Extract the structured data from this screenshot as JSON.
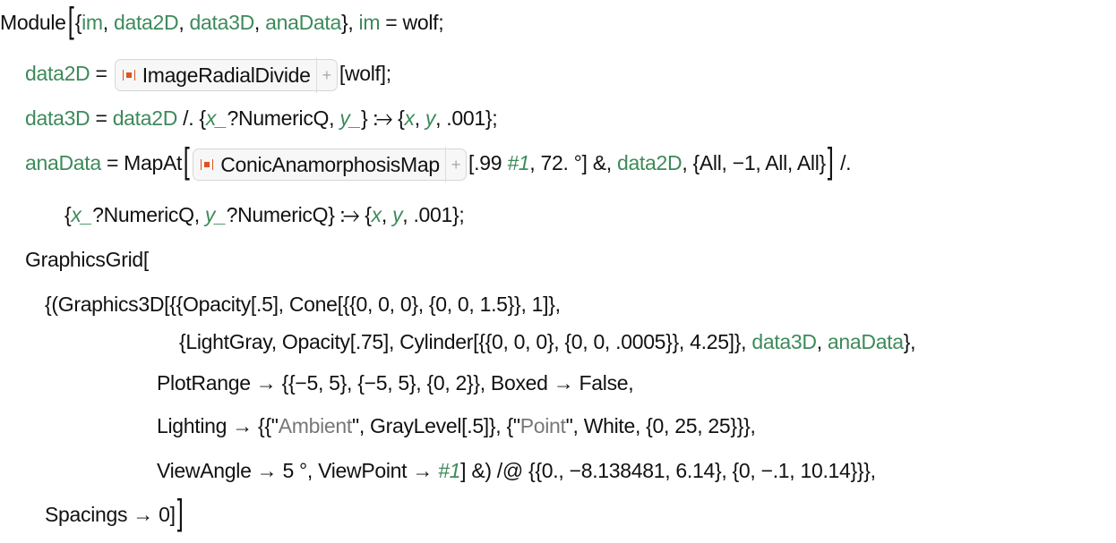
{
  "colors": {
    "variable": "#3d8a5a",
    "string": "#777777",
    "resource_icon": "#e0541e"
  },
  "lines": [
    {
      "tokens": [
        {
          "t": "Module",
          "c": ""
        },
        {
          "t": "[",
          "c": "big"
        },
        {
          "t": "{",
          "c": ""
        },
        {
          "t": "im",
          "c": "g"
        },
        {
          "t": ", ",
          "c": ""
        },
        {
          "t": "data2D",
          "c": "g"
        },
        {
          "t": ", ",
          "c": ""
        },
        {
          "t": "data3D",
          "c": "g"
        },
        {
          "t": ", ",
          "c": ""
        },
        {
          "t": "anaData",
          "c": "g"
        },
        {
          "t": "}, ",
          "c": ""
        },
        {
          "t": "im",
          "c": "g"
        },
        {
          "t": " = wolf;",
          "c": ""
        }
      ]
    },
    {
      "tokens": [
        {
          "t": "data2D",
          "c": "g"
        },
        {
          "t": " = ",
          "c": ""
        },
        {
          "t": "ImageRadialDivide",
          "c": "rf"
        },
        {
          "t": "[wolf];",
          "c": ""
        }
      ]
    },
    {
      "tokens": [
        {
          "t": "data3D",
          "c": "g"
        },
        {
          "t": " = ",
          "c": ""
        },
        {
          "t": "data2D",
          "c": "g"
        },
        {
          "t": " /. {",
          "c": ""
        },
        {
          "t": "x_",
          "c": "gi"
        },
        {
          "t": "?NumericQ, ",
          "c": ""
        },
        {
          "t": "y_",
          "c": "gi"
        },
        {
          "t": "} ⧴ {",
          "c": ""
        },
        {
          "t": "x",
          "c": "gi"
        },
        {
          "t": ", ",
          "c": ""
        },
        {
          "t": "y",
          "c": "gi"
        },
        {
          "t": ", .001};",
          "c": ""
        }
      ]
    },
    {
      "tokens": [
        {
          "t": "anaData",
          "c": "g"
        },
        {
          "t": " = MapAt",
          "c": ""
        },
        {
          "t": "[",
          "c": "big"
        },
        {
          "t": "ConicAnamorphosisMap",
          "c": "rf"
        },
        {
          "t": "[.99 ",
          "c": ""
        },
        {
          "t": "#1",
          "c": "gi"
        },
        {
          "t": ", 72. °] &, ",
          "c": ""
        },
        {
          "t": "data2D",
          "c": "g"
        },
        {
          "t": ", {All, −1, All, All}",
          "c": ""
        },
        {
          "t": "]",
          "c": "big"
        },
        {
          "t": " /.",
          "c": ""
        }
      ]
    },
    {
      "tokens": [
        {
          "t": "{",
          "c": ""
        },
        {
          "t": "x_",
          "c": "gi"
        },
        {
          "t": "?NumericQ, ",
          "c": ""
        },
        {
          "t": "y_",
          "c": "gi"
        },
        {
          "t": "?NumericQ} ⧴ {",
          "c": ""
        },
        {
          "t": "x",
          "c": "gi"
        },
        {
          "t": ", ",
          "c": ""
        },
        {
          "t": "y",
          "c": "gi"
        },
        {
          "t": ", .001};",
          "c": ""
        }
      ]
    },
    {
      "tokens": [
        {
          "t": "GraphicsGrid[",
          "c": ""
        }
      ]
    },
    {
      "tokens": [
        {
          "t": "{(Graphics3D[{{Opacity[.5], Cone[{{0, 0, 0}, {0, 0, 1.5}}, 1]},",
          "c": ""
        }
      ]
    },
    {
      "tokens": [
        {
          "t": "{LightGray, Opacity[.75], Cylinder[{{0, 0, 0}, {0, 0, .0005}}, 4.25]}, ",
          "c": ""
        },
        {
          "t": "data3D",
          "c": "g"
        },
        {
          "t": ", ",
          "c": ""
        },
        {
          "t": "anaData",
          "c": "g"
        },
        {
          "t": "},",
          "c": ""
        }
      ]
    },
    {
      "tokens": [
        {
          "t": "PlotRange → {{−5, 5}, {−5, 5}, {0, 2}}, Boxed → False,",
          "c": ""
        }
      ]
    },
    {
      "tokens": [
        {
          "t": "Lighting → {{\"",
          "c": ""
        },
        {
          "t": "Ambient",
          "c": "s"
        },
        {
          "t": "\", GrayLevel[.5]}, {\"",
          "c": ""
        },
        {
          "t": "Point",
          "c": "s"
        },
        {
          "t": "\", White, {0, 25, 25}}},",
          "c": ""
        }
      ]
    },
    {
      "tokens": [
        {
          "t": "ViewAngle → 5 °, ViewPoint → ",
          "c": ""
        },
        {
          "t": "#1",
          "c": "gi"
        },
        {
          "t": "] &) /@ {{0., −8.138481, 6.14}, {0, −.1, 10.14}}},",
          "c": ""
        }
      ]
    },
    {
      "tokens": [
        {
          "t": "Spacings → 0]",
          "c": ""
        },
        {
          "t": "]",
          "c": "big"
        }
      ]
    }
  ]
}
